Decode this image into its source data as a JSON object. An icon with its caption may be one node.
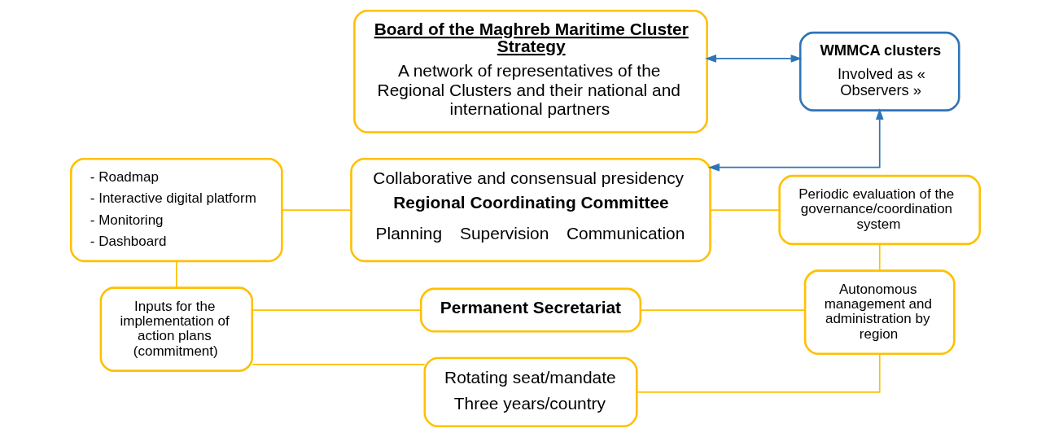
{
  "diagram": {
    "nodes": [
      {
        "text": [
          "Board of the Maghreb Maritime Cluster Strategy",
          "A network of representatives of the Regional Clusters and their national and international partners"
        ]
      },
      {
        "text": [
          "WMMCA clusters",
          "Involved as « Observers »"
        ]
      },
      {
        "text": [
          "- Roadmap",
          "- Interactive digital platform",
          "- Monitoring",
          "- Dashboard"
        ]
      },
      {
        "text": [
          "Collaborative and consensual presidency",
          "Regional Coordinating Committee",
          "Planning",
          "Supervision",
          "Communication"
        ]
      },
      {
        "text": [
          "Periodic evaluation of the governance/coordination system"
        ]
      },
      {
        "text": [
          "Inputs for the implementation of action plans (commitment)"
        ]
      },
      {
        "text": [
          "Rotating seat/mandate",
          "Three years/country"
        ]
      },
      {
        "text": [
          "Permanent Secretariat"
        ]
      },
      {
        "text": [
          "Autonomous management and administration by region"
        ]
      }
    ],
    "edges": [
      {
        "from": 1,
        "to": 0,
        "arrow": "both",
        "color": "#2e75b6"
      },
      {
        "from": 1,
        "to": 3,
        "arrow": "both",
        "color": "#2e75b6"
      },
      {
        "from": 2,
        "to": 3,
        "arrow": "none"
      },
      {
        "from": 2,
        "to": 5,
        "arrow": "none"
      },
      {
        "from": 3,
        "to": 4,
        "arrow": "none"
      },
      {
        "from": 4,
        "to": 8,
        "arrow": "none"
      },
      {
        "from": 5,
        "to": 6,
        "arrow": "none"
      },
      {
        "from": 5,
        "to": 7,
        "arrow": "none"
      },
      {
        "from": 6,
        "to": 8,
        "arrow": "none"
      },
      {
        "from": 7,
        "to": 8,
        "arrow": "none"
      }
    ]
  }
}
